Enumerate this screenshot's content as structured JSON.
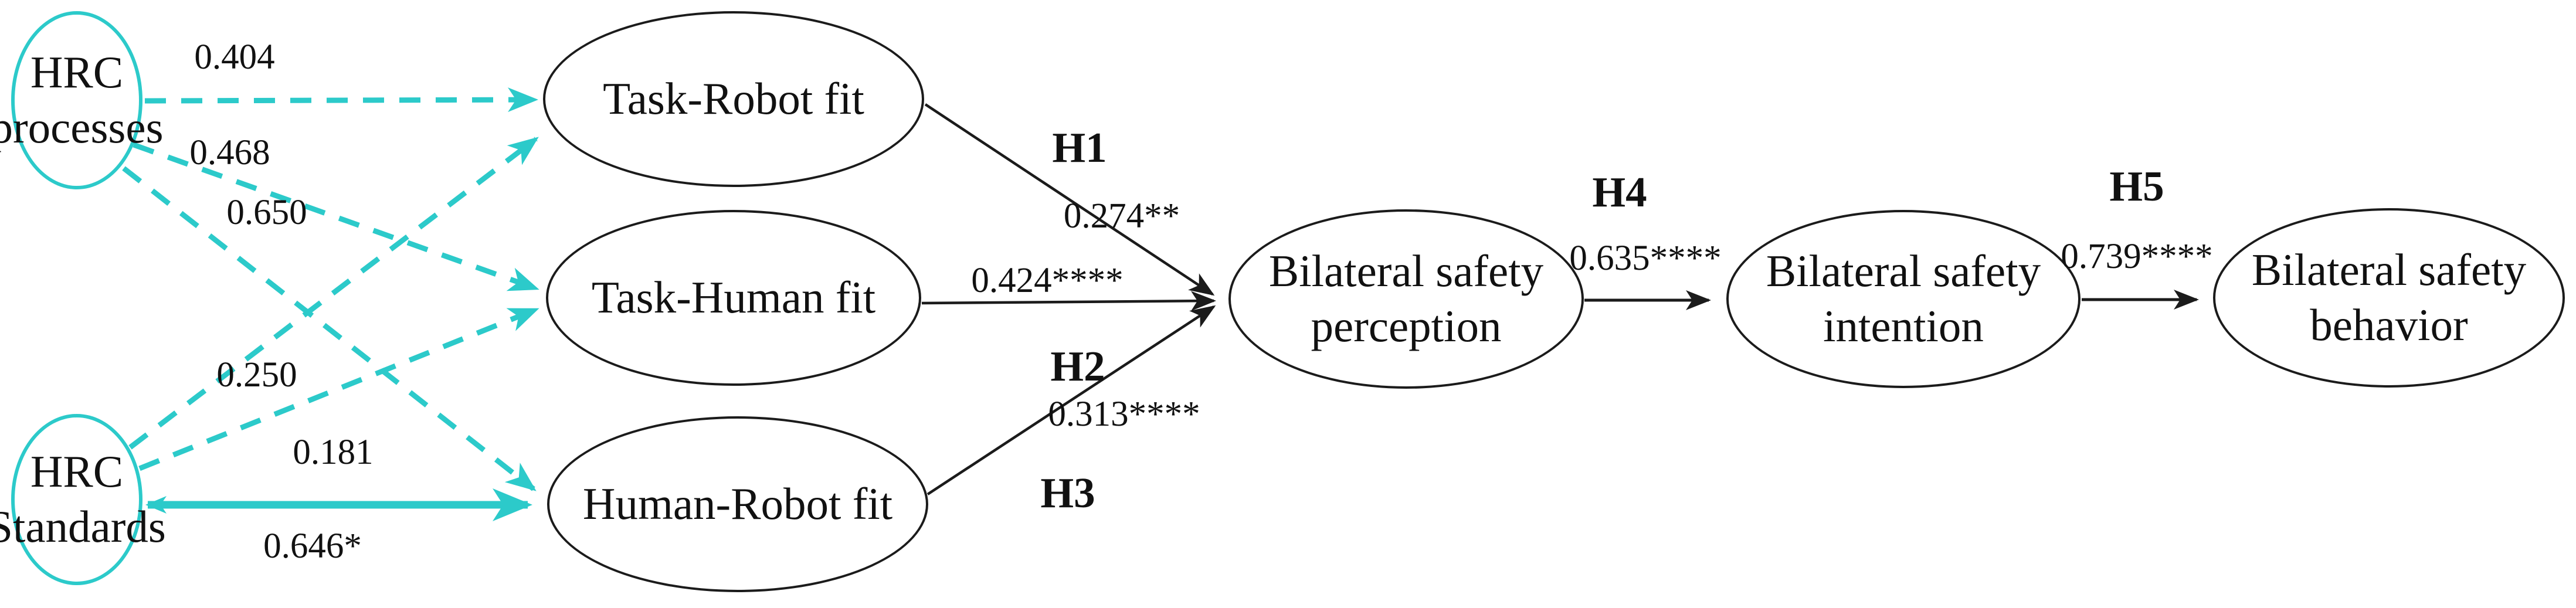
{
  "colors": {
    "background": "#ffffff",
    "accent_cyan": "#2ccaca",
    "line_black": "#1b1b1b",
    "text": "#111111"
  },
  "nodes": {
    "hrc_processes": {
      "line1": "HRC",
      "line2": "processes"
    },
    "hrc_standards": {
      "line1": "HRC",
      "line2": "Standards"
    },
    "task_robot_fit": {
      "label": "Task-Robot fit"
    },
    "task_human_fit": {
      "label": "Task-Human fit"
    },
    "human_robot_fit": {
      "label": "Human-Robot fit"
    },
    "bilateral_safety_perception": {
      "line1": "Bilateral safety",
      "line2": "perception"
    },
    "bilateral_safety_intention": {
      "line1": "Bilateral safety",
      "line2": "intention"
    },
    "bilateral_safety_behavior": {
      "line1": "Bilateral safety",
      "line2": "behavior"
    }
  },
  "edges": {
    "processes_to_task_robot": {
      "label": "0.404",
      "style": "dashed-cyan"
    },
    "processes_to_task_human": {
      "label": "0.468",
      "style": "dashed-cyan"
    },
    "processes_to_human_robot": {
      "label": "0.650",
      "style": "dashed-cyan"
    },
    "standards_to_task_robot": {
      "label": "0.250",
      "style": "dashed-cyan"
    },
    "standards_to_task_human": {
      "label": "0.181",
      "style": "dashed-cyan"
    },
    "standards_to_human_robot": {
      "label": "0.646*",
      "style": "solid-cyan"
    },
    "h1": {
      "hypothesis": "H1",
      "coefficient": "0.274**"
    },
    "h2": {
      "hypothesis": "H2",
      "coefficient": "0.424****"
    },
    "h3": {
      "hypothesis": "H3",
      "coefficient": "0.313****"
    },
    "h4": {
      "hypothesis": "H4",
      "coefficient": "0.635****"
    },
    "h5": {
      "hypothesis": "H5",
      "coefficient": "0.739****"
    }
  }
}
